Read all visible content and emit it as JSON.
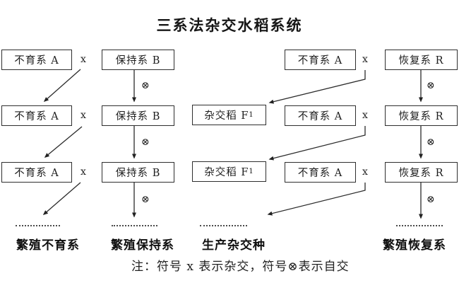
{
  "title": "三系法杂交水稻系统",
  "boxes": {
    "sterile": "不育系 A",
    "maintainer": "保持系 B",
    "restorer": "恢复系 R",
    "hybrid_prefix": "杂交稻 F",
    "hybrid_subscript": "1"
  },
  "symbols": {
    "cross": "x",
    "selfing": "⊗"
  },
  "outcomes": {
    "sterile": "繁殖不育系",
    "maintainer": "繁殖保持系",
    "hybrid": "生产杂交种",
    "restorer": "繁殖恢复系"
  },
  "note": "注：符号 x 表示杂交，符号⊗表示自交",
  "colors": {
    "ink": "#2b2b2b",
    "background": "#ffffff"
  }
}
